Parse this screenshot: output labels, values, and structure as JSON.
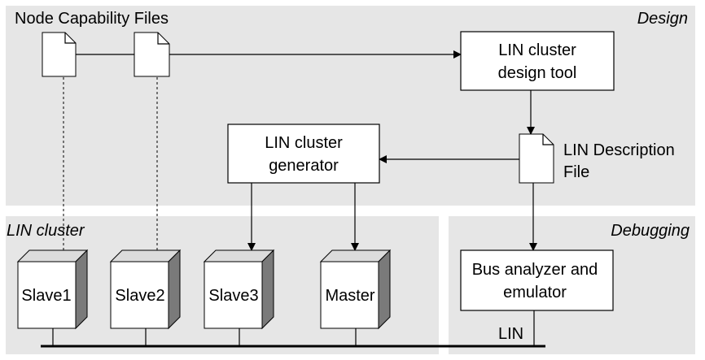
{
  "regions": {
    "design_label": "Design",
    "cluster_label": "LIN cluster",
    "debugging_label": "Debugging"
  },
  "top_label": "Node Capability Files",
  "design_tool": {
    "line1": "LIN cluster",
    "line2": "design tool"
  },
  "generator": {
    "line1": "LIN cluster",
    "line2": "generator"
  },
  "description_file": {
    "line1": "LIN Description",
    "line2": "File"
  },
  "analyzer": {
    "line1": "Bus analyzer and",
    "line2": "emulator"
  },
  "nodes": [
    "Slave1",
    "Slave2",
    "Slave3",
    "Master"
  ],
  "bus_label": "LIN",
  "colors": {
    "region": "#e6e6e6",
    "cube_side": "#7a7a7a",
    "cube_top": "#dcdcdc"
  },
  "icons": [
    "document-icon",
    "node-cube-icon",
    "arrow-icon"
  ]
}
